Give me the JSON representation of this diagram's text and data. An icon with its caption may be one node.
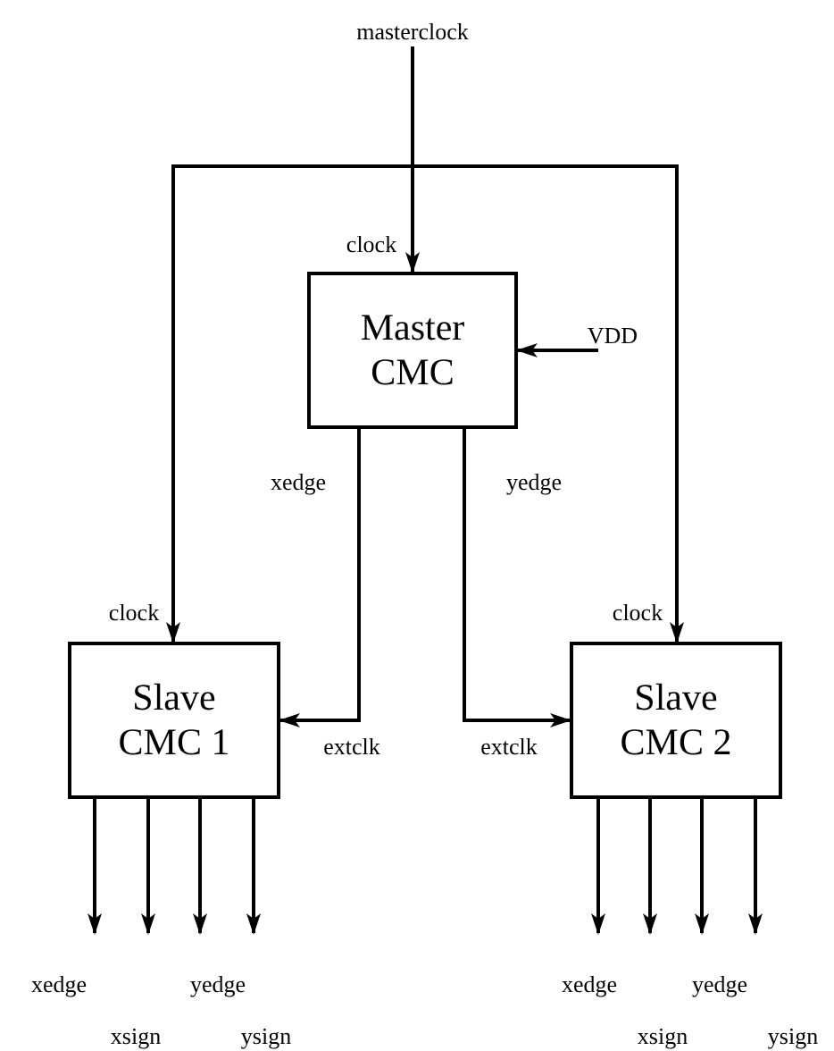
{
  "diagram": {
    "nodes": [
      {
        "text": [
          "masterclock"
        ]
      },
      {
        "text": [
          "Master CMC"
        ]
      },
      {
        "text": [
          "VDD"
        ]
      },
      {
        "text": [
          "Slave CMC 1"
        ]
      },
      {
        "text": [
          "Slave CMC 2"
        ]
      }
    ],
    "edges": [
      {
        "from": 0,
        "to": 1,
        "arrow": "to"
      },
      {
        "from": 0,
        "to": 3,
        "arrow": "to"
      },
      {
        "from": 0,
        "to": 4,
        "arrow": "to"
      },
      {
        "from": 2,
        "to": 1,
        "arrow": "to"
      },
      {
        "from": 1,
        "to": 3,
        "arrow": "to"
      },
      {
        "from": 1,
        "to": 4,
        "arrow": "to"
      },
      {
        "from": 3,
        "to": null,
        "arrow": "to"
      },
      {
        "from": 3,
        "to": null,
        "arrow": "to"
      },
      {
        "from": 3,
        "to": null,
        "arrow": "to"
      },
      {
        "from": 3,
        "to": null,
        "arrow": "to"
      },
      {
        "from": 4,
        "to": null,
        "arrow": "to"
      },
      {
        "from": 4,
        "to": null,
        "arrow": "to"
      },
      {
        "from": 4,
        "to": null,
        "arrow": "to"
      },
      {
        "from": 4,
        "to": null,
        "arrow": "to"
      }
    ],
    "labels": [
      "clock",
      "xedge",
      "yedge",
      "clock",
      "clock",
      "extclk",
      "extclk",
      "xedge",
      "yedge",
      "xedge",
      "yedge",
      "xsign",
      "ysign",
      "xsign",
      "ysign"
    ]
  }
}
